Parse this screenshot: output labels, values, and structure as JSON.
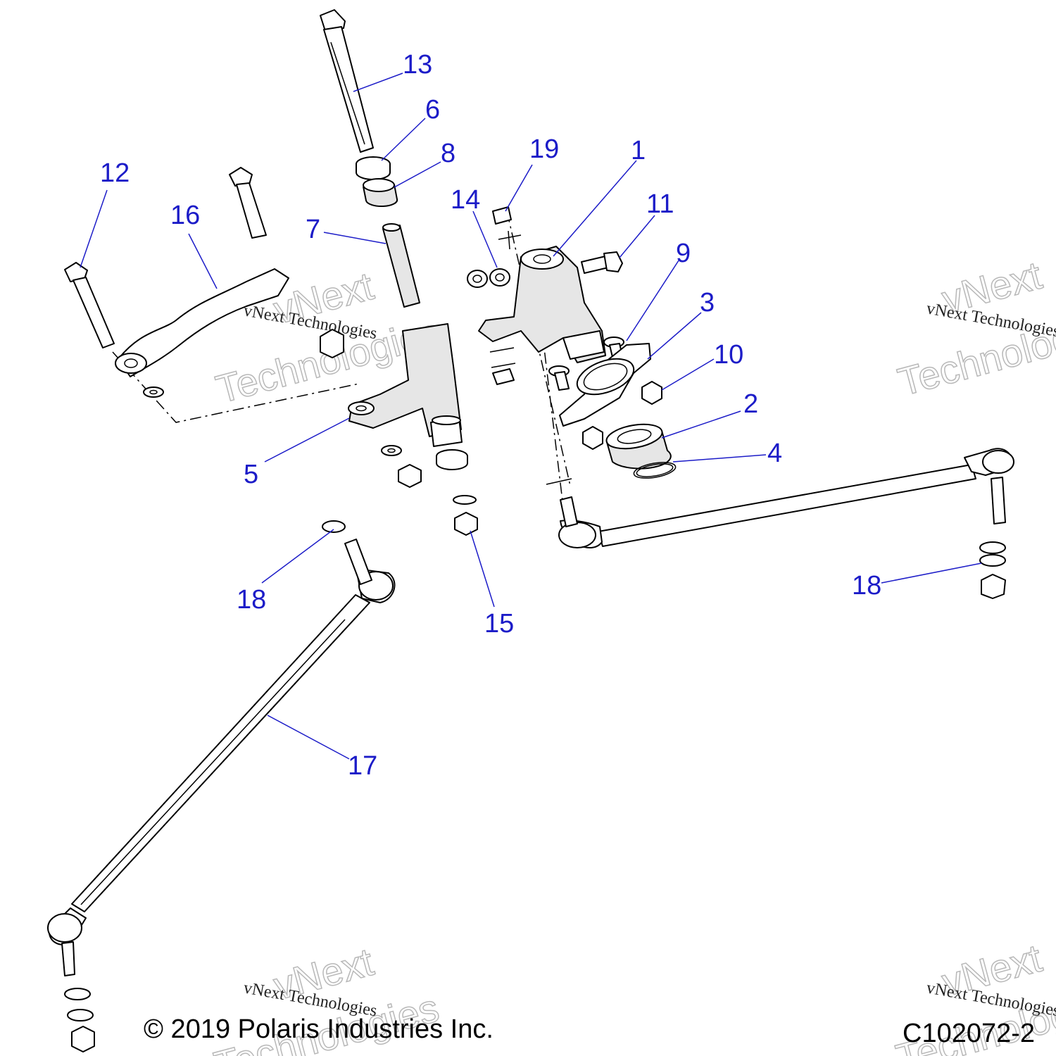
{
  "callouts": {
    "c1": "1",
    "c2": "2",
    "c3": "3",
    "c4": "4",
    "c5": "5",
    "c6": "6",
    "c7": "7",
    "c8": "8",
    "c9": "9",
    "c10": "10",
    "c11": "11",
    "c12": "12",
    "c13": "13",
    "c14": "14",
    "c15": "15",
    "c16": "16",
    "c17": "17",
    "c18a": "18",
    "c18b": "18",
    "c19": "19"
  },
  "watermark": {
    "line1": "vNext",
    "line2": "Technologies",
    "small": "vNext Technologies"
  },
  "footer": {
    "copyright": "© 2019 Polaris Industries Inc.",
    "code": "C102072-2"
  },
  "colors": {
    "callout": "#1c1cc8",
    "line": "#000000",
    "watermark": "#b8b8b8"
  }
}
